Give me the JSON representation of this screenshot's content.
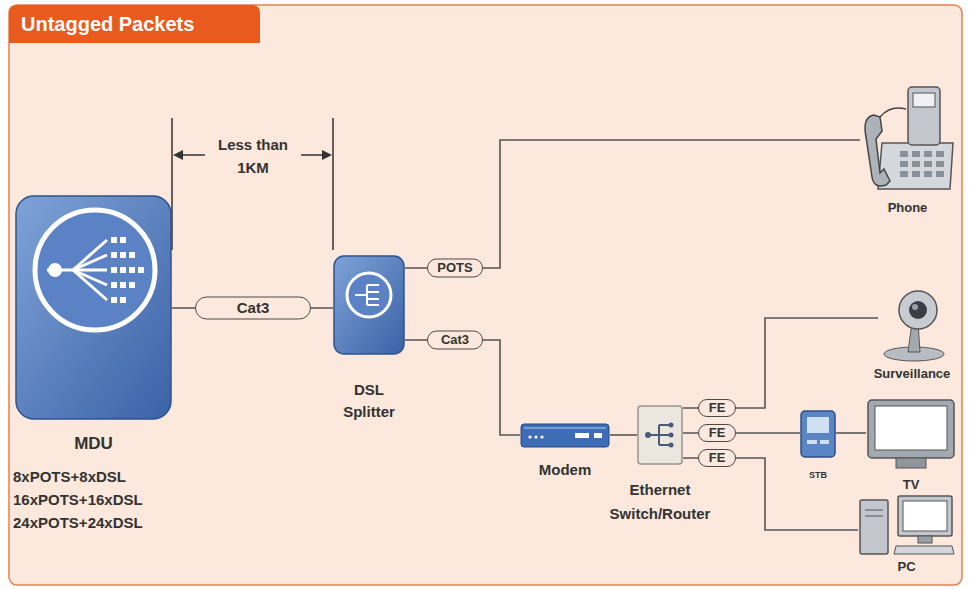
{
  "diagram": {
    "title": "Untagged Packets",
    "nodes": [
      {
        "text": [
          "MDU",
          "8xPOTS+8xDSL 16xPOTS+16xDSL 24xPOTS+24xDSL"
        ]
      },
      {
        "text": [
          "DSL Splitter"
        ]
      },
      {
        "text": [
          "Phone"
        ]
      },
      {
        "text": [
          "Modem"
        ]
      },
      {
        "text": [
          "Ethernet Switch/Router"
        ]
      },
      {
        "text": [
          "Surveillance"
        ]
      },
      {
        "text": [
          "STB"
        ]
      },
      {
        "text": [
          "TV"
        ]
      },
      {
        "text": [
          "PC"
        ]
      }
    ],
    "edges": [
      {
        "from": 0,
        "to": 1,
        "label": "Cat3",
        "arrow": "none"
      },
      {
        "from": 1,
        "to": 2,
        "label": "POTS",
        "arrow": "none"
      },
      {
        "from": 1,
        "to": 3,
        "label": "Cat3",
        "arrow": "none"
      },
      {
        "from": 3,
        "to": 4,
        "arrow": "none"
      },
      {
        "from": 4,
        "to": 5,
        "label": "FE",
        "arrow": "none"
      },
      {
        "from": 4,
        "to": 6,
        "label": "FE",
        "arrow": "none"
      },
      {
        "from": 6,
        "to": 7,
        "arrow": "none"
      },
      {
        "from": 4,
        "to": 8,
        "label": "FE",
        "arrow": "none"
      }
    ],
    "labels": [
      "Less than 1KM"
    ]
  }
}
